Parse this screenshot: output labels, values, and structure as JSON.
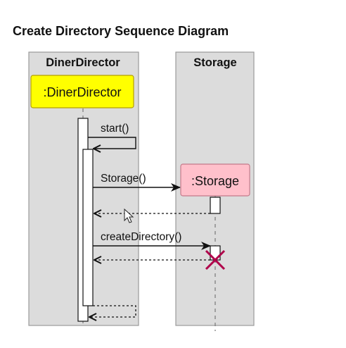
{
  "diagram": {
    "title": "Create Directory Sequence Diagram",
    "lanes": [
      {
        "id": "diner",
        "title": "DinerDirector",
        "object_label": ":DinerDirector",
        "object_color": "#ffff00"
      },
      {
        "id": "storage",
        "title": "Storage",
        "object_label": ":Storage",
        "object_color": "#ffc0cb"
      }
    ],
    "messages": [
      {
        "label": "start()",
        "kind": "self-call"
      },
      {
        "label": "Storage()",
        "kind": "create"
      },
      {
        "label": "",
        "kind": "return"
      },
      {
        "label": "createDirectory()",
        "kind": "call"
      },
      {
        "label": "",
        "kind": "return"
      },
      {
        "label": "",
        "kind": "self-return"
      }
    ],
    "colors": {
      "lane_fill": "#dcdcdc",
      "lane_stroke": "#9a9a9a",
      "destroy_mark": "#b0004a"
    }
  }
}
